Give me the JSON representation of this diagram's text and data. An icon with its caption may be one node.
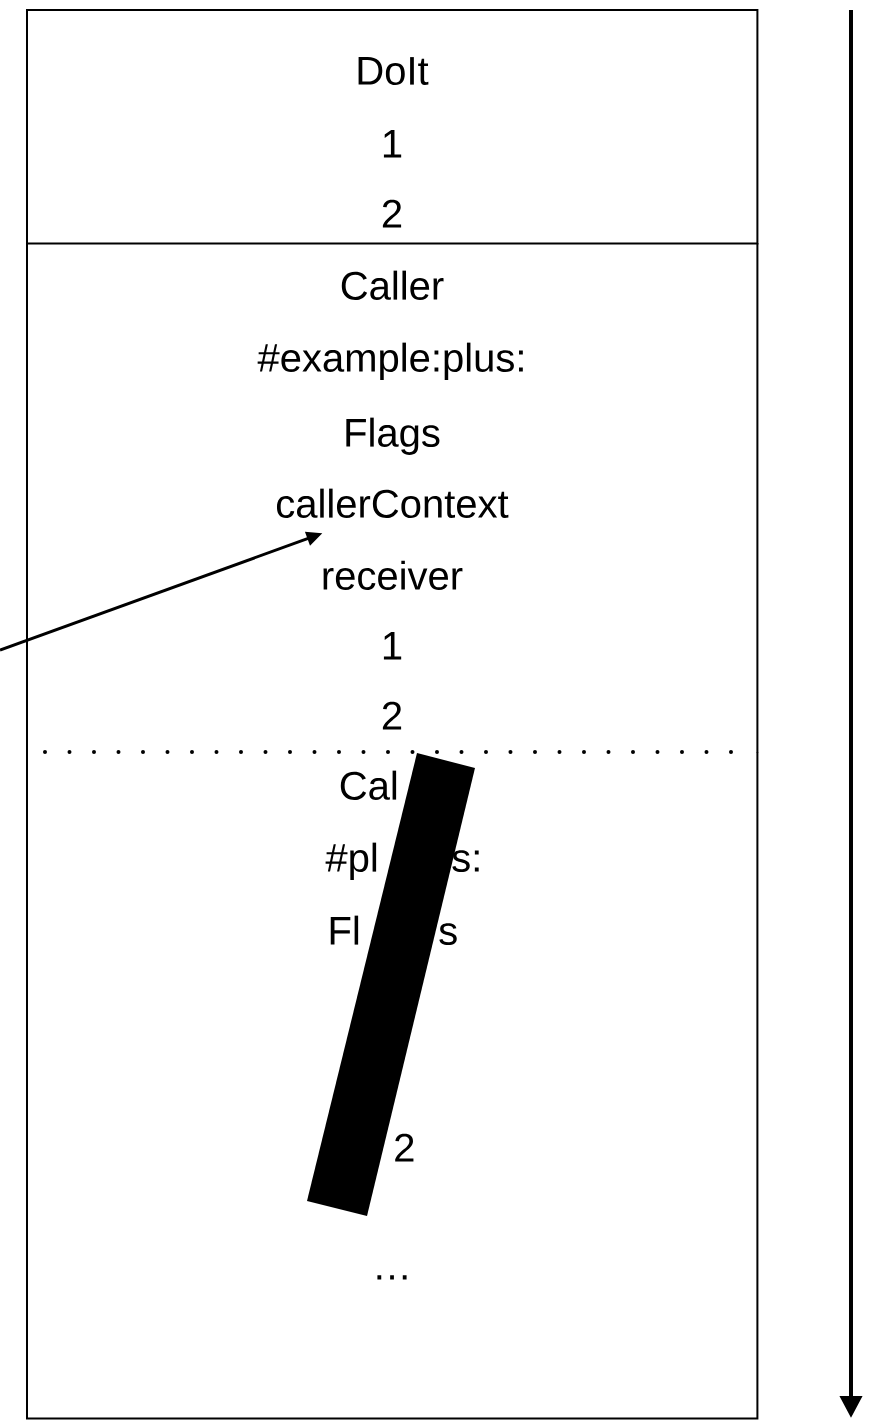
{
  "diagram": {
    "nodes": [
      {
        "text": [],
        "shape": "box"
      },
      {
        "text": [
          "DoIt"
        ],
        "in": 0
      },
      {
        "text": [
          "1"
        ],
        "in": 0
      },
      {
        "text": [
          "2"
        ],
        "in": 0
      },
      {
        "text": [],
        "shape": "box"
      },
      {
        "text": [
          "Caller"
        ],
        "in": 4
      },
      {
        "text": [
          "#example:plus:"
        ],
        "in": 4
      },
      {
        "text": [
          "Flags"
        ],
        "in": 4
      },
      {
        "text": [
          "callerContext"
        ],
        "in": 4
      },
      {
        "text": [
          "receiver"
        ],
        "in": 4
      },
      {
        "text": [
          "1"
        ],
        "in": 4
      },
      {
        "text": [
          "2"
        ],
        "in": 4
      },
      {
        "text": [],
        "shape": "box"
      },
      {
        "text": [
          "Cal"
        ],
        "in": 12
      },
      {
        "text": [
          "#pl",
          "s:"
        ],
        "in": 12
      },
      {
        "text": [
          "Fl",
          "s"
        ],
        "in": 12
      },
      {
        "text": [
          "2"
        ],
        "in": 12
      },
      {
        "text": [
          "…"
        ],
        "in": 12
      }
    ],
    "edges": [
      {
        "from": null,
        "to": 8,
        "arrow": "to"
      }
    ]
  }
}
